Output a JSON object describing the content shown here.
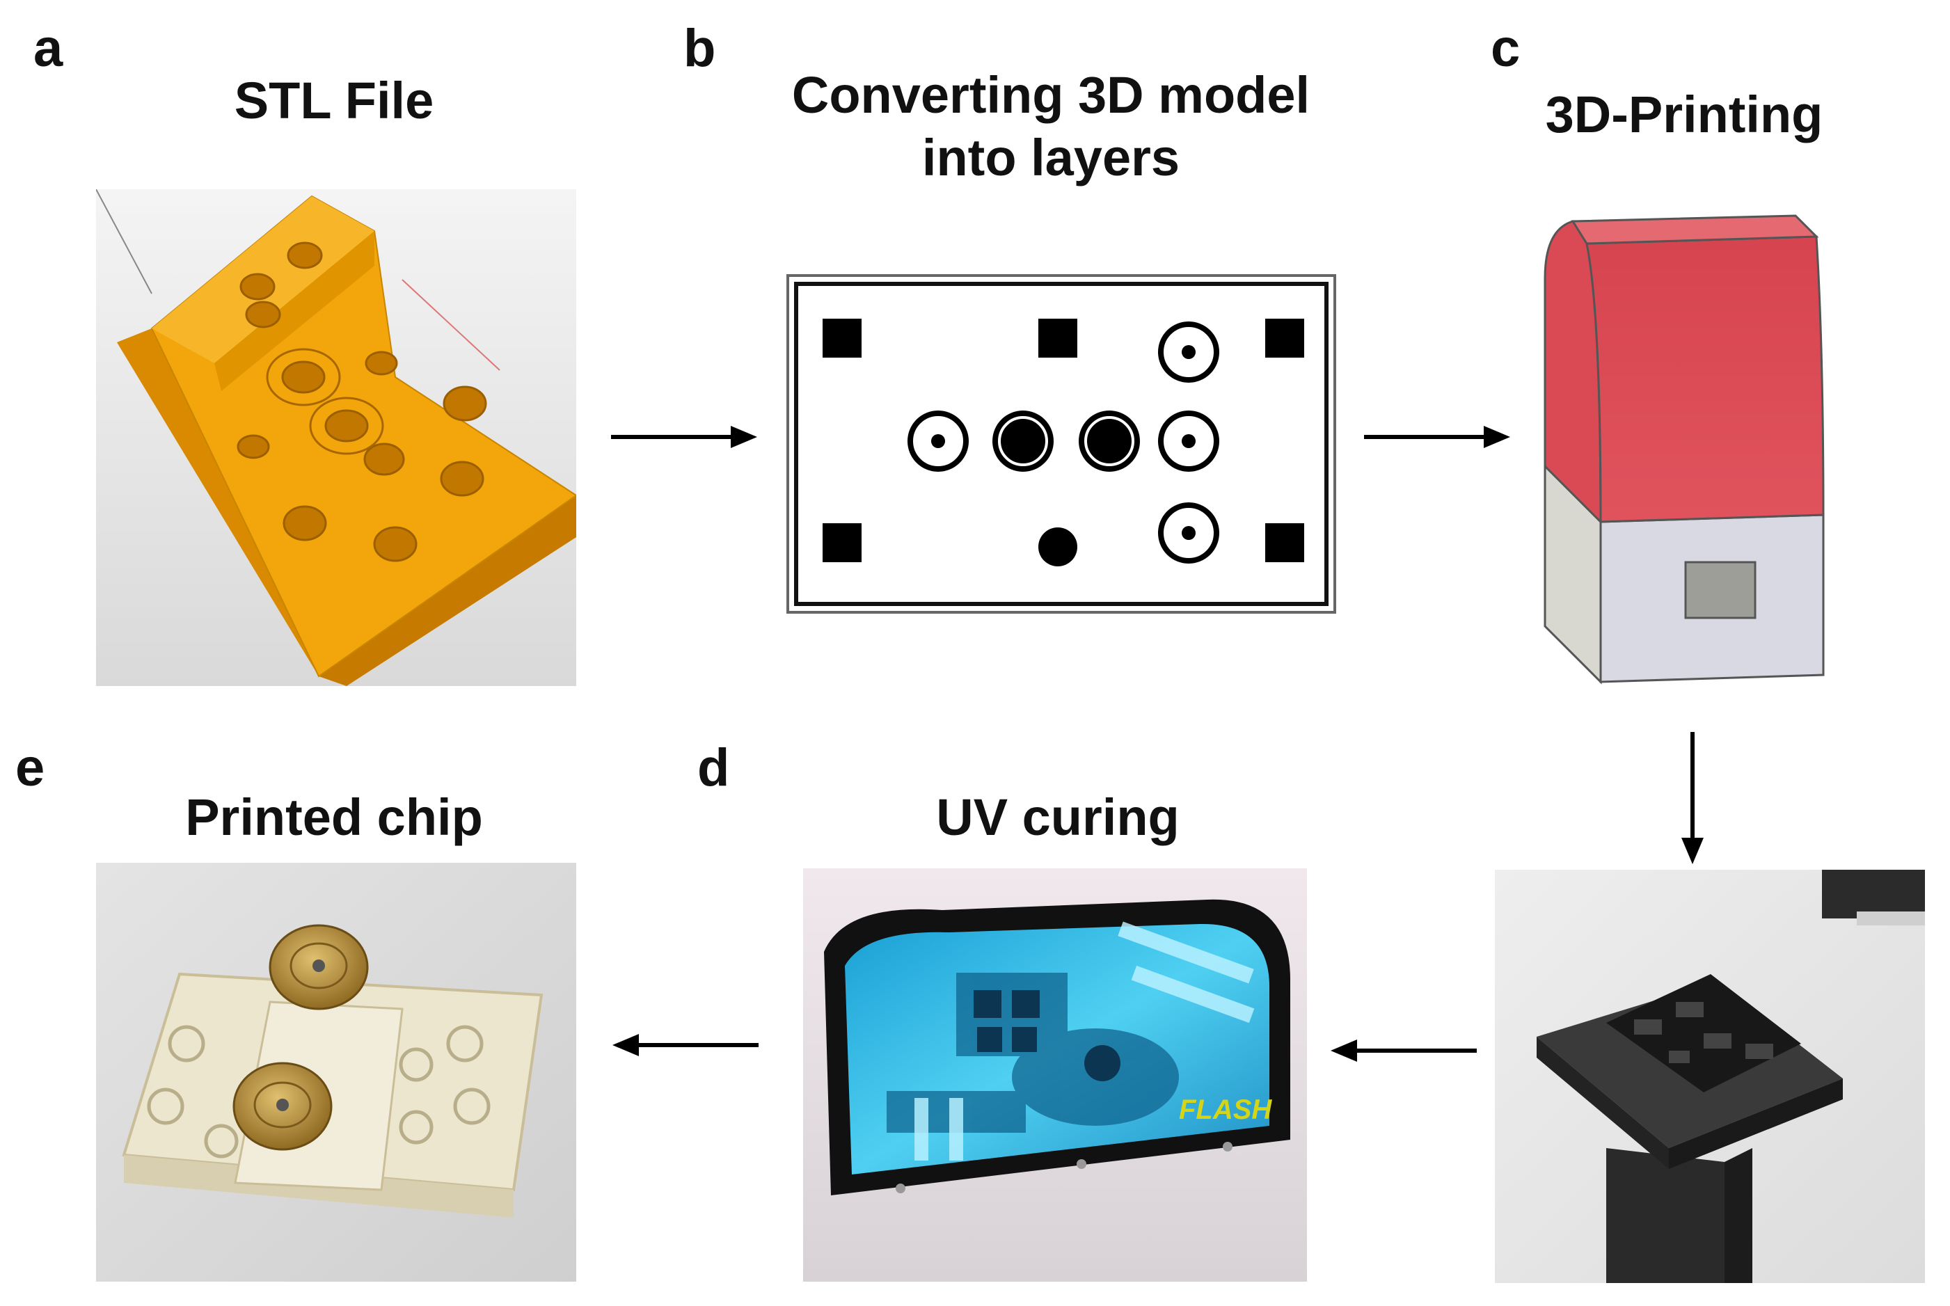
{
  "panels": {
    "a": {
      "letter": "a",
      "title": "STL File"
    },
    "b": {
      "letter": "b",
      "title_line1": "Converting 3D model",
      "title_line2": "into layers"
    },
    "c": {
      "letter": "c",
      "title": "3D-Printing"
    },
    "d": {
      "letter": "d",
      "title": "UV curing",
      "lamp_brand": "FLASH"
    },
    "e": {
      "letter": "e",
      "title": "Printed chip"
    }
  },
  "colors": {
    "stl_orange": "#F2A60C",
    "printer_top": "#D9505B",
    "printer_base": "#D9D9E3",
    "uv_blue": "#2FB8E6",
    "brass": "#B8953E"
  },
  "icons": {
    "arrows": [
      "arrow-right",
      "arrow-right",
      "arrow-down",
      "arrow-left",
      "arrow-left"
    ]
  }
}
